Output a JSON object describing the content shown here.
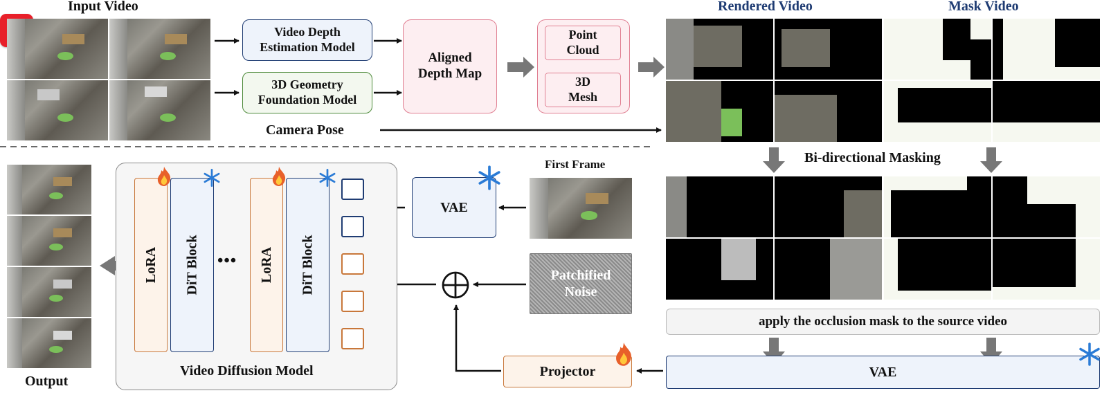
{
  "labels": {
    "input_video": "Input Video",
    "rendered_video": "Rendered Video",
    "mask_video": "Mask Video",
    "camera_pose": "Camera Pose",
    "bidirectional_masking": "Bi-directional Masking",
    "first_frame": "First Frame",
    "output": "Output",
    "video_diffusion_model": "Video Diffusion Model",
    "ellipsis": "•••",
    "plus": "⊕"
  },
  "boxes": {
    "video_depth": [
      "Video Depth",
      "Estimation Model"
    ],
    "geometry": [
      "3D Geometry",
      "Foundation Model"
    ],
    "aligned_depth": [
      "Aligned",
      "Depth Map"
    ],
    "point_cloud": [
      "Point",
      "Cloud"
    ],
    "mesh": [
      "3D",
      "Mesh"
    ],
    "vae_top": "VAE",
    "vae_bottom": "VAE",
    "noise": [
      "Patchified",
      "Noise"
    ],
    "projector": "Projector",
    "apply_mask": "apply the occlusion mask to the source video",
    "lora": "LoRA",
    "dit_block": "DiT Block"
  },
  "icons": {
    "play": "play-icon",
    "fire": "fire-icon",
    "snowflake": "snowflake-icon"
  },
  "colors": {
    "blue_border": "#1f3c73",
    "blue_fill": "#eef3fb",
    "green_border": "#4d8a3a",
    "green_fill": "#f3f8ef",
    "pink_border": "#e07f92",
    "pink_fill": "#fdeef1",
    "orange_border": "#c8773a",
    "orange_fill": "#fdf3ea",
    "snowflake": "#2a7bd6",
    "gray_arrow": "#777777"
  }
}
